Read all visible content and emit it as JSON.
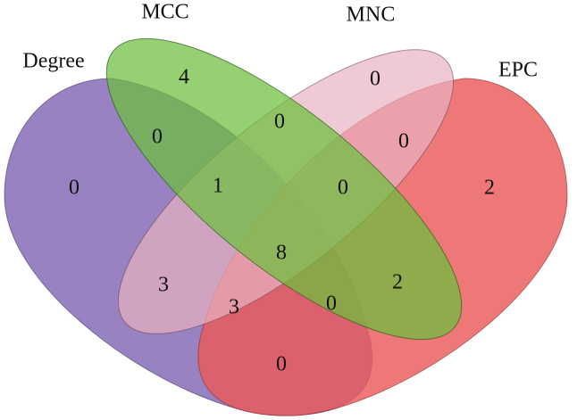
{
  "chart_data": {
    "type": "venn",
    "sets": [
      {
        "name": "Degree",
        "color": "#7b5fb0"
      },
      {
        "name": "MCC",
        "color": "#6cbf3c"
      },
      {
        "name": "MNC",
        "color": "#e8b2c0"
      },
      {
        "name": "EPC",
        "color": "#ea5a5a"
      }
    ],
    "regions": {
      "degree_only": "0",
      "mcc_only": "4",
      "mnc_only": "0",
      "epc_only": "2",
      "degree_mcc": "0",
      "mcc_mnc": "0",
      "mnc_epc": "0",
      "degree_mcc_mnc": "1",
      "mcc_mnc_epc": "0",
      "all_four": "8",
      "degree_mnc": "3",
      "degree_mnc_epc": "3",
      "degree_mcc_epc": "0",
      "mcc_epc": "2",
      "degree_epc": "0"
    }
  }
}
